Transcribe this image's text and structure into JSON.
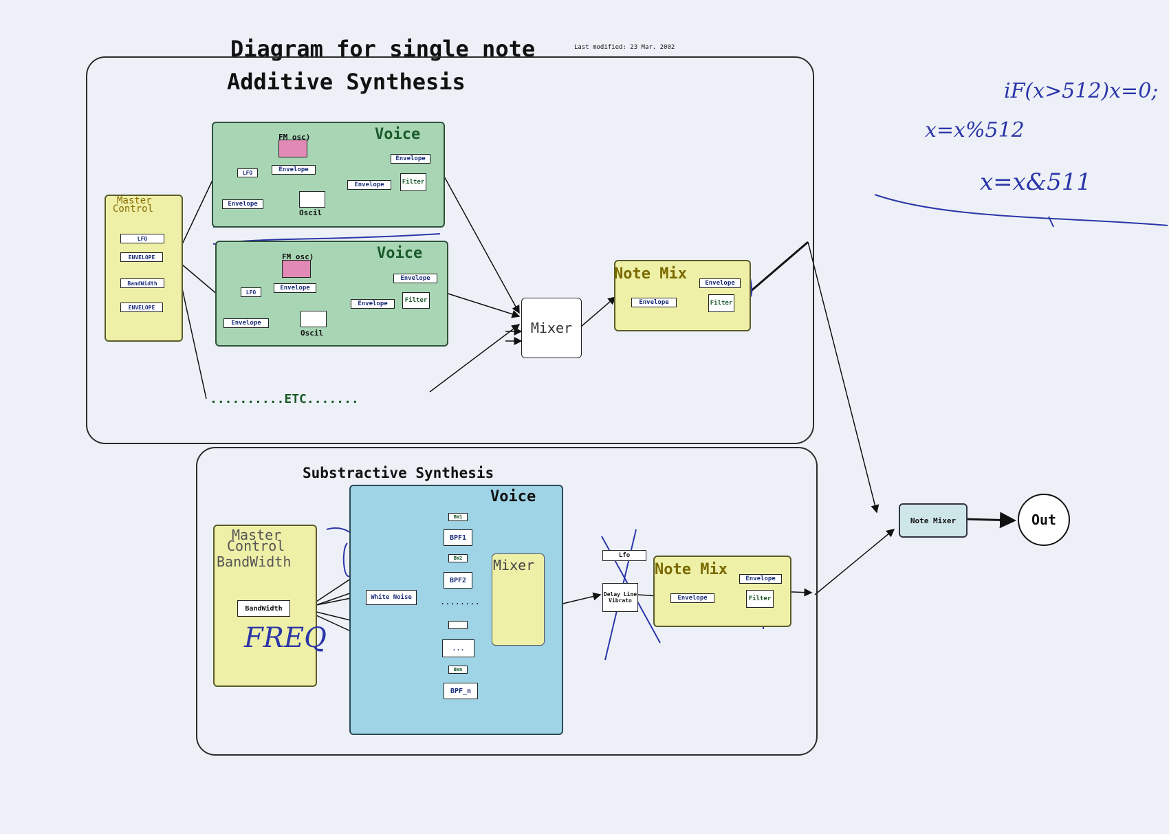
{
  "title": "Diagram for single note",
  "last_modified": "Last modified: 23 Mar. 2002",
  "additive": {
    "title": "Additive Synthesis",
    "master": {
      "title_1": "Master",
      "title_2": "Control",
      "items": [
        "LFO",
        "ENVELOPE",
        "BandWidth",
        "ENVELOPE"
      ]
    },
    "voice_label": "Voice",
    "fm_osc": "FM osc)",
    "envelope": "Envelope",
    "lfo": "LFO",
    "oscil": "Oscil",
    "filter": "Filter",
    "etc": "..........ETC.......",
    "mixer": "Mixer",
    "note_mix": "Note Mix"
  },
  "subtractive": {
    "title": "Substractive Synthesis",
    "master": {
      "title_1": "Master",
      "title_2": "Control",
      "bandwidth_label": "BandWidth",
      "bandwidth_box": "BandWidth"
    },
    "voice_label": "Voice",
    "white_noise": "White Noise",
    "bw": [
      "BW1",
      "BW2",
      "BWn"
    ],
    "bpf": [
      "BPF1",
      "BPF2",
      "...",
      "BPF_n"
    ],
    "dots": "........",
    "mixer": "Mixer",
    "delay_line": "Delay Line",
    "vibrato": "Vibrato",
    "lfo": "Lfo",
    "note_mix": "Note Mix",
    "envelope": "Envelope",
    "filter": "Filter"
  },
  "note_mixer": "Note Mixer",
  "out": "Out",
  "handwriting": {
    "line1": "iF(x>512)x=0;",
    "line2": "x=x%512",
    "line3": "x=x&511",
    "freq": "FREQ"
  },
  "colors": {
    "voice_green": "#a8d6b5",
    "note_yellow": "#eef0a8",
    "voice_blue": "#9fd3e6",
    "ink": "#2b35a8"
  }
}
